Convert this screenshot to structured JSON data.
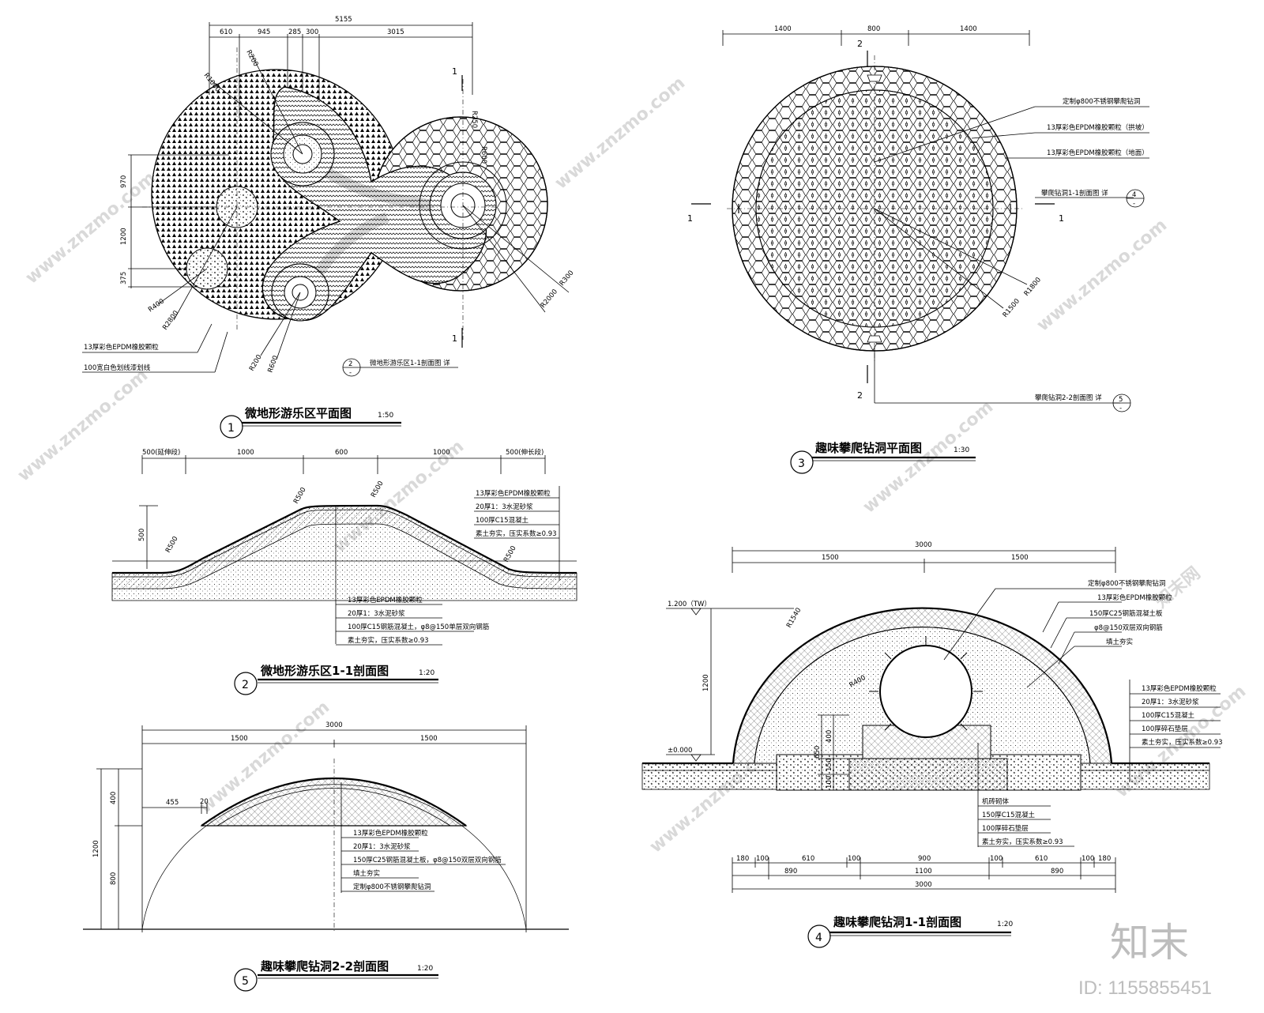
{
  "watermarks": {
    "site_text": "www.znzmo.com",
    "brand_mark": "知末网",
    "logo_text": "知末",
    "id_text": "ID: 1155855451"
  },
  "drawing1": {
    "number": "1",
    "title": "微地形游乐区平面图",
    "scale": "1:50",
    "dims_top": [
      "610",
      "945",
      "285",
      "300",
      "3015"
    ],
    "dim_total": "5155",
    "dims_left": [
      "970",
      "1200",
      "375"
    ],
    "radii": [
      "R1000",
      "R200",
      "R250",
      "R600",
      "R300",
      "R2000",
      "R400",
      "R2800",
      "R200",
      "R600"
    ],
    "section_mark": "1",
    "notes": [
      "13厚彩色EPDM橡胶颗粒",
      "100宽白色划线漆划线"
    ],
    "ref_text": "微地形游乐区1-1剖面图 详",
    "ref_num": "2",
    "ref_sheet": "-"
  },
  "drawing2": {
    "number": "2",
    "title": "微地形游乐区1-1剖面图",
    "scale": "1:20",
    "dims": [
      "500(延伸段)",
      "1000",
      "600",
      "1000",
      "500(伸长段)"
    ],
    "height_dim": "500",
    "radii": [
      "R500",
      "R500",
      "R500",
      "R500"
    ],
    "notes_right": [
      "13厚彩色EPDM橡胶颗粒",
      "20厚1：3水泥砂浆",
      "100厚C15混凝土",
      "素土夯实，压实系数≥0.93"
    ],
    "notes_center": [
      "13厚彩色EPDM橡胶颗粒",
      "20厚1：3水泥砂浆",
      "100厚C15钢筋混凝土，φ8@150单层双向钢筋",
      "素土夯实，压实系数≥0.93"
    ]
  },
  "drawing3": {
    "number": "3",
    "title": "趣味攀爬钻洞平面图",
    "scale": "1:30",
    "dims_top": [
      "1400",
      "800",
      "1400"
    ],
    "section_marks": [
      "2",
      "1",
      "1",
      "2"
    ],
    "notes": [
      "定制φ800不锈钢攀爬钻洞",
      "13厚彩色EPDM橡胶颗粒（拱坡）",
      "13厚彩色EPDM橡胶颗粒（地面）"
    ],
    "ref1_text": "攀爬钻洞1-1剖面图 详",
    "ref1_num": "4",
    "ref2_text": "攀爬钻洞2-2剖面图 详",
    "ref2_num": "5",
    "ref_sheet": "-",
    "radii": [
      "R1800",
      "R1500"
    ]
  },
  "drawing4": {
    "number": "4",
    "title": "趣味攀爬钻洞1-1剖面图",
    "scale": "1:20",
    "dim_total_top": "3000",
    "dims_top": [
      "1500",
      "1500"
    ],
    "level_top": "1.200（TW）",
    "level_ground": "±0.000",
    "height_dim": "1200",
    "radius_outer": "R1540",
    "radius_hole": "R400",
    "notes_upper": [
      "定制φ800不锈钢攀爬钻洞",
      "13厚彩色EPDM橡胶颗粒",
      "150厚C25钢筋混凝土板",
      "φ8@150双层双向钢筋",
      "填土夯实"
    ],
    "notes_right": [
      "13厚彩色EPDM橡胶颗粒",
      "20厚1：3水泥砂浆",
      "100厚C15混凝土",
      "100厚碎石垫层",
      "素土夯实，压实系数≥0.93"
    ],
    "notes_bottom": [
      "机砖砌体",
      "150厚C15混凝土",
      "100厚碎石垫层",
      "素土夯实，压实系数≥0.93"
    ],
    "side_dims": [
      "650",
      "400",
      "150",
      "100"
    ],
    "dims_row1": [
      "180",
      "100",
      "610",
      "100",
      "900",
      "100",
      "610",
      "100",
      "180"
    ],
    "dims_row2": [
      "890",
      "1100",
      "890"
    ],
    "dims_row3": [
      "3000"
    ]
  },
  "drawing5": {
    "number": "5",
    "title": "趣味攀爬钻洞2-2剖面图",
    "scale": "1:20",
    "dim_total_top": "3000",
    "dims_top": [
      "1500",
      "1500"
    ],
    "dims_small": [
      "455",
      "20"
    ],
    "height_dims": [
      "400",
      "1200",
      "800"
    ],
    "notes": [
      "13厚彩色EPDM橡胶颗粒",
      "20厚1：3水泥砂浆",
      "150厚C25钢筋混凝土板，φ8@150双层双向钢筋",
      "填土夯实",
      "定制φ800不锈钢攀爬钻洞"
    ]
  }
}
